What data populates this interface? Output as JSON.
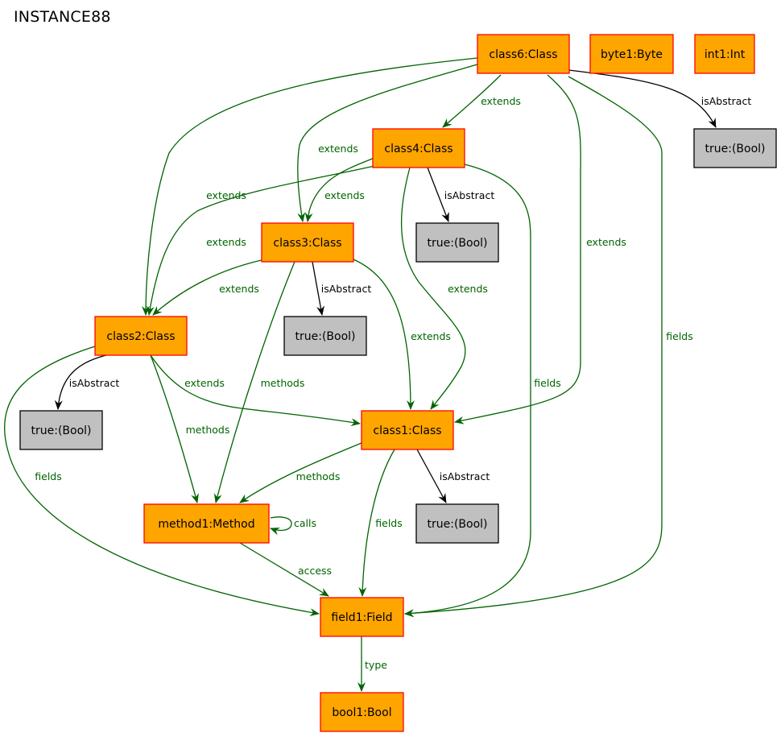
{
  "title": "INSTANCE88",
  "colors": {
    "object_fill": "#ffa500",
    "object_border": "#ff0000",
    "value_fill": "#c0c0c0",
    "value_border": "#000000",
    "ref_edge": "#006400",
    "attr_edge": "#000000"
  },
  "nodes": [
    {
      "id": "class6",
      "label": "class6:Class",
      "kind": "object"
    },
    {
      "id": "byte1",
      "label": "byte1:Byte",
      "kind": "object"
    },
    {
      "id": "int1",
      "label": "int1:Int",
      "kind": "object"
    },
    {
      "id": "true6",
      "label": "true:(Bool)",
      "kind": "value"
    },
    {
      "id": "class4",
      "label": "class4:Class",
      "kind": "object"
    },
    {
      "id": "true4",
      "label": "true:(Bool)",
      "kind": "value"
    },
    {
      "id": "class3",
      "label": "class3:Class",
      "kind": "object"
    },
    {
      "id": "true3",
      "label": "true:(Bool)",
      "kind": "value"
    },
    {
      "id": "class2",
      "label": "class2:Class",
      "kind": "object"
    },
    {
      "id": "true2",
      "label": "true:(Bool)",
      "kind": "value"
    },
    {
      "id": "class1",
      "label": "class1:Class",
      "kind": "object"
    },
    {
      "id": "true1",
      "label": "true:(Bool)",
      "kind": "value"
    },
    {
      "id": "method1",
      "label": "method1:Method",
      "kind": "object"
    },
    {
      "id": "field1",
      "label": "field1:Field",
      "kind": "object"
    },
    {
      "id": "bool1",
      "label": "bool1:Bool",
      "kind": "object"
    }
  ],
  "edges": [
    {
      "id": "e1",
      "from": "class6",
      "to": "true6",
      "label": "isAbstract",
      "kind": "attr"
    },
    {
      "id": "e2",
      "from": "class6",
      "to": "class4",
      "label": "extends",
      "kind": "ref"
    },
    {
      "id": "e3",
      "from": "class6",
      "to": "class3",
      "label": "extends",
      "kind": "ref"
    },
    {
      "id": "e4",
      "from": "class6",
      "to": "class2",
      "label": "extends",
      "kind": "ref"
    },
    {
      "id": "e5",
      "from": "class6",
      "to": "class1",
      "label": "extends",
      "kind": "ref"
    },
    {
      "id": "e6",
      "from": "class6",
      "to": "field1",
      "label": "fields",
      "kind": "ref"
    },
    {
      "id": "e7",
      "from": "class4",
      "to": "true4",
      "label": "isAbstract",
      "kind": "attr"
    },
    {
      "id": "e8",
      "from": "class4",
      "to": "class3",
      "label": "extends",
      "kind": "ref"
    },
    {
      "id": "e9",
      "from": "class4",
      "to": "class2",
      "label": "extends",
      "kind": "ref"
    },
    {
      "id": "e10",
      "from": "class4",
      "to": "class1",
      "label": "extends",
      "kind": "ref"
    },
    {
      "id": "e11",
      "from": "class4",
      "to": "field1",
      "label": "fields",
      "kind": "ref"
    },
    {
      "id": "e12",
      "from": "class3",
      "to": "true3",
      "label": "isAbstract",
      "kind": "attr"
    },
    {
      "id": "e13",
      "from": "class3",
      "to": "class2",
      "label": "extends",
      "kind": "ref"
    },
    {
      "id": "e14",
      "from": "class3",
      "to": "class1",
      "label": "extends",
      "kind": "ref"
    },
    {
      "id": "e15",
      "from": "class3",
      "to": "method1",
      "label": "methods",
      "kind": "ref"
    },
    {
      "id": "e16",
      "from": "class2",
      "to": "true2",
      "label": "isAbstract",
      "kind": "attr"
    },
    {
      "id": "e17",
      "from": "class2",
      "to": "class1",
      "label": "extends",
      "kind": "ref"
    },
    {
      "id": "e18",
      "from": "class2",
      "to": "method1",
      "label": "methods",
      "kind": "ref"
    },
    {
      "id": "e19",
      "from": "class2",
      "to": "field1",
      "label": "fields",
      "kind": "ref"
    },
    {
      "id": "e20",
      "from": "class1",
      "to": "true1",
      "label": "isAbstract",
      "kind": "attr"
    },
    {
      "id": "e21",
      "from": "class1",
      "to": "method1",
      "label": "methods",
      "kind": "ref"
    },
    {
      "id": "e22",
      "from": "class1",
      "to": "field1",
      "label": "fields",
      "kind": "ref"
    },
    {
      "id": "e23",
      "from": "method1",
      "to": "method1",
      "label": "calls",
      "kind": "ref"
    },
    {
      "id": "e24",
      "from": "method1",
      "to": "field1",
      "label": "access",
      "kind": "ref"
    },
    {
      "id": "e25",
      "from": "field1",
      "to": "bool1",
      "label": "type",
      "kind": "ref"
    }
  ]
}
